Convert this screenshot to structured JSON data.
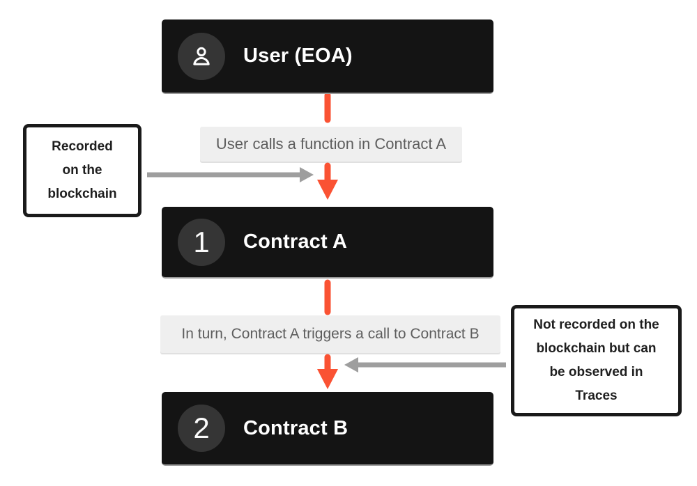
{
  "colors": {
    "page_bg": "#ffffff",
    "card_bg": "#141414",
    "card_edge": "#9a9a9a",
    "badge_bg": "#353535",
    "card_text": "#ffffff",
    "chip_bg": "#efefef",
    "chip_text": "#5d5d5d",
    "note_border": "#1a1a1a",
    "note_text": "#1e1e1e",
    "arrow_orange": "#fa5233",
    "arrow_gray": "#9e9e9e"
  },
  "nodes": {
    "user": {
      "title": "User (EOA)",
      "icon": "user-icon"
    },
    "contract_a": {
      "badge": "1",
      "title": "Contract A"
    },
    "contract_b": {
      "badge": "2",
      "title": "Contract B"
    }
  },
  "edge_labels": {
    "user_to_a": "User calls a function in Contract A",
    "a_to_b": "In turn, Contract A triggers a call to Contract B"
  },
  "notes": {
    "recorded": {
      "text": "Recorded on the blockchain",
      "lines": [
        "Recorded",
        "on the",
        "blockchain"
      ]
    },
    "not_recorded": {
      "text": "Not recorded on the blockchain but can be observed in Traces",
      "lines": [
        "Not recorded on the",
        "blockchain but can",
        "be observed in",
        "Traces"
      ]
    }
  }
}
